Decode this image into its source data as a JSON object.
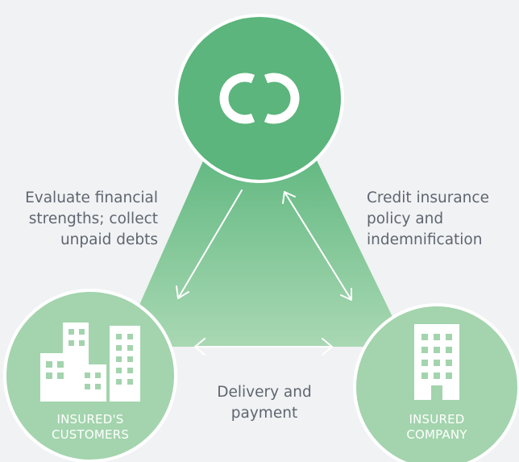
{
  "colors": {
    "background": "#f1f2f4",
    "dark_green": "#5bb57c",
    "light_green": "#a3d4ad",
    "white": "#ffffff",
    "label_gray": "#5f6670"
  },
  "top_node": {
    "logo_text": "CC",
    "logo_icon": "cc-logo-icon"
  },
  "left_node": {
    "icon": "office-buildings-icon",
    "label_lines": [
      "INSURED'S",
      "CUSTOMERS"
    ]
  },
  "right_node": {
    "icon": "office-tower-icon",
    "label_lines": [
      "INSURED",
      "COMPANY"
    ]
  },
  "edge_labels": {
    "left": [
      "Evaluate financial",
      "strengths; collect",
      "unpaid debts"
    ],
    "right": [
      "Credit insurance",
      "policy and",
      "indemnification"
    ],
    "bottom": [
      "Delivery and",
      "payment"
    ]
  }
}
